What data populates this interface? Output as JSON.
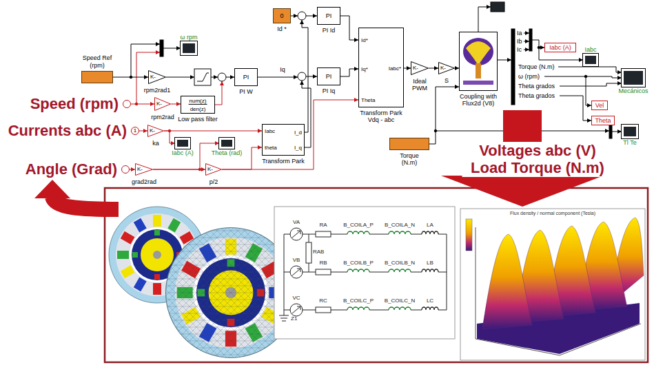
{
  "diagram": {
    "nodes": [
      {
        "text": [
          "0",
          "Id *"
        ]
      },
      {
        "text": [
          "PI",
          "PI Id"
        ]
      },
      {
        "text": [
          "ω rpm"
        ]
      },
      {
        "text": [
          "Iabc (A)"
        ]
      },
      {
        "text": [
          "Iabc"
        ]
      },
      {
        "text": [
          "Speed Ref (rpm)"
        ]
      },
      {
        "text": [
          "K-",
          "rpm2rad1"
        ]
      },
      {
        "text": [
          "PI",
          "PI W"
        ]
      },
      {
        "text": [
          "PI",
          "PI Iq"
        ]
      },
      {
        "text": [
          "Id*",
          "Iq*",
          "Theta",
          "Iabc*",
          "Transform Park Vdq - abc"
        ]
      },
      {
        "text": [
          "K-",
          "Ideal PWM"
        ]
      },
      {
        "text": [
          "K-",
          "S"
        ]
      },
      {
        "text": [
          "Coupling with Flux2d (V8)"
        ]
      },
      {
        "text": [
          "Mecánicos"
        ]
      },
      {
        "text": [
          "Speed (rpm)"
        ]
      },
      {
        "text": [
          "K-",
          "rpm2rad"
        ]
      },
      {
        "text": [
          "num(z)",
          "den(z)",
          "Low pass filter"
        ]
      },
      {
        "text": [
          "Vel"
        ]
      },
      {
        "text": [
          "Theta"
        ]
      },
      {
        "text": [
          "1",
          "Currents abc (A)"
        ]
      },
      {
        "text": [
          "K-",
          "ka"
        ]
      },
      {
        "text": [
          "Iabc (A)"
        ]
      },
      {
        "text": [
          "Theta (rad)"
        ]
      },
      {
        "text": [
          "Iabc",
          "theta",
          "I_d",
          "I_q",
          "Transform Park"
        ]
      },
      {
        "text": [
          "Tl Te"
        ]
      },
      {
        "text": [
          "Torque (N.m)"
        ]
      },
      {
        "text": [
          "Angle (Grad)"
        ]
      },
      {
        "text": [
          "K-",
          "grad2rad"
        ]
      },
      {
        "text": [
          "K-",
          "p/2"
        ]
      }
    ],
    "edges": [
      {
        "from": 5,
        "to": 6,
        "arrow": "to"
      },
      {
        "from": 1,
        "to": 9,
        "arrow": "to"
      },
      {
        "from": 8,
        "to": 9,
        "arrow": "to"
      },
      {
        "from": 9,
        "to": 10,
        "arrow": "to"
      },
      {
        "from": 10,
        "to": 11,
        "arrow": "to"
      },
      {
        "from": 11,
        "to": 12,
        "arrow": "to"
      },
      {
        "from": 25,
        "to": 12,
        "arrow": "to"
      },
      {
        "from": 14,
        "to": 15,
        "arrow": "to"
      },
      {
        "from": 15,
        "to": 16,
        "arrow": "to"
      },
      {
        "from": 19,
        "to": 20,
        "arrow": "to"
      },
      {
        "from": 20,
        "to": 23,
        "arrow": "to"
      },
      {
        "from": 20,
        "to": 21,
        "arrow": "to"
      },
      {
        "from": 26,
        "to": 27,
        "arrow": "to"
      },
      {
        "from": 27,
        "to": 28,
        "arrow": "to"
      },
      {
        "from": 27,
        "to": 22,
        "arrow": "to"
      },
      {
        "from": 28,
        "to": 23,
        "arrow": "to"
      },
      {
        "from": 28,
        "to": 9,
        "arrow": "to"
      }
    ],
    "labels": [
      "Iq",
      "Ia",
      "Ib",
      "Ic",
      "Torque (N.m)",
      "ω (rpm)",
      "Theta grados",
      "Theta grados",
      "Voltages abc (V) Load Torque (N.m)",
      "VA",
      "RA",
      "B_COILA_P",
      "B_COILA_N",
      "LA",
      "RAB",
      "VB",
      "RB",
      "B_COILB_P",
      "B_COILB_N",
      "LB",
      "VC",
      "RC",
      "B_COILC_P",
      "B_COILC_N",
      "LC",
      "Z1",
      "Flux density / normal component (Tesla)"
    ]
  }
}
